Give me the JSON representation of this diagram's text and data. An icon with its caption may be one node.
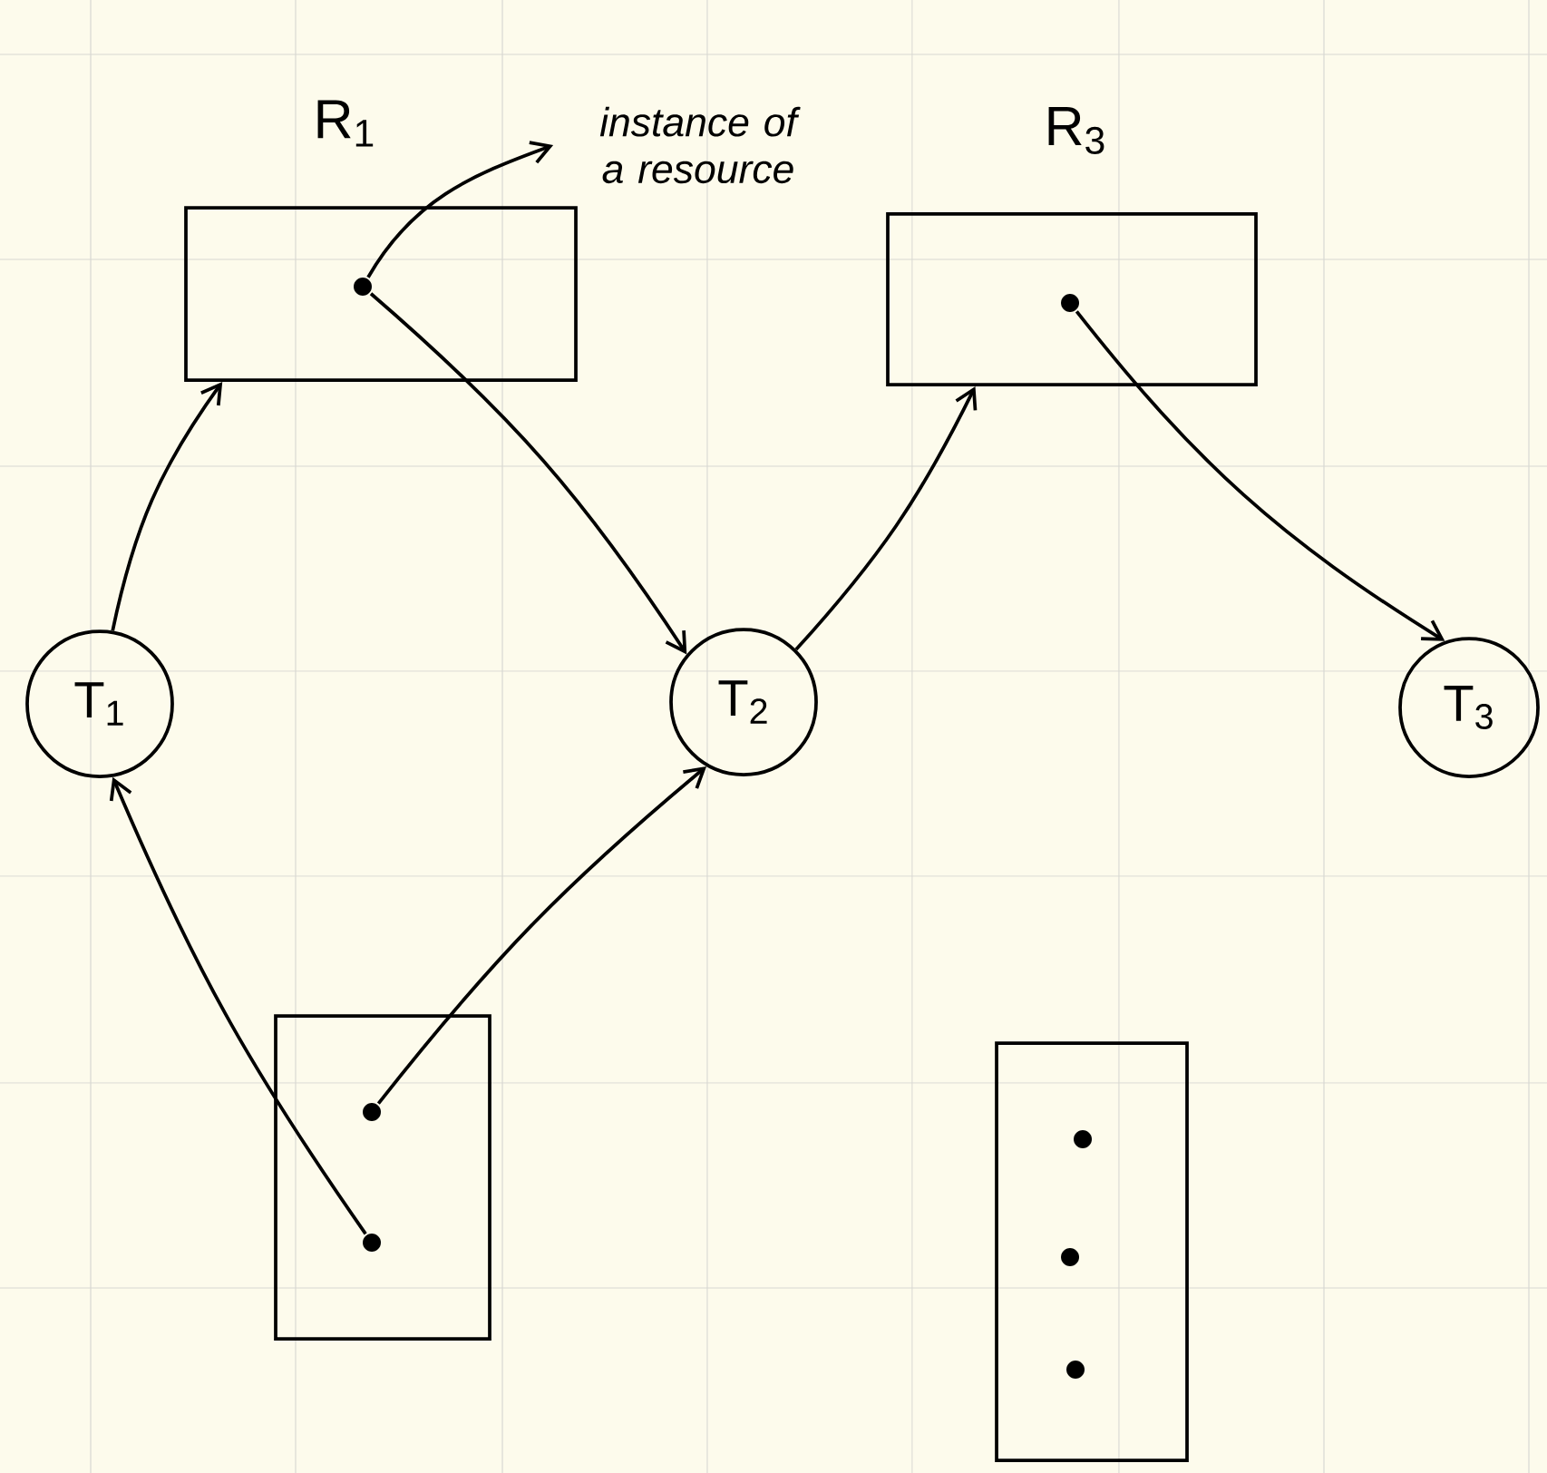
{
  "diagram": {
    "nodes": [
      {
        "text": [
          "R$_{1}$"
        ]
      },
      {
        "text": [],
        "shape": "circle",
        "in": 0
      },
      {
        "text": [
          "instance of a resource"
        ]
      },
      {
        "text": [
          "R$_{3}$"
        ]
      },
      {
        "text": [],
        "shape": "circle",
        "in": 3
      },
      {
        "text": [
          "T$_{1}$"
        ]
      },
      {
        "text": [
          "T$_{2}$"
        ]
      },
      {
        "text": [
          "T$_{3}$"
        ]
      },
      {
        "text": [],
        "shape": "box"
      },
      {
        "text": [],
        "shape": "circle",
        "in": 8
      },
      {
        "text": [],
        "shape": "circle",
        "in": 8
      },
      {
        "text": [],
        "shape": "box"
      },
      {
        "text": [],
        "shape": "circle",
        "in": 11
      },
      {
        "text": [],
        "shape": "circle",
        "in": 11
      },
      {
        "text": [],
        "shape": "circle",
        "in": 11
      }
    ],
    "edges": [
      {
        "from": 5,
        "to": 0,
        "arrow": "to"
      },
      {
        "from": 1,
        "to": 6,
        "arrow": "to"
      },
      {
        "from": 6,
        "to": 3,
        "arrow": "to"
      },
      {
        "from": 4,
        "to": 7,
        "arrow": "to"
      },
      {
        "from": 10,
        "to": 5,
        "arrow": "to"
      },
      {
        "from": 9,
        "to": 6,
        "arrow": "to"
      },
      {
        "from": 1,
        "to": 2,
        "arrow": "to"
      }
    ]
  }
}
